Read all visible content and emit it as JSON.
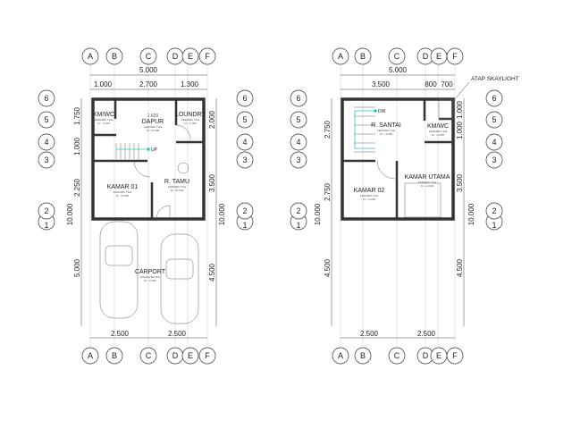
{
  "grid_letters": [
    "A",
    "B",
    "C",
    "D",
    "E",
    "F"
  ],
  "grid_numbers": [
    "6",
    "5",
    "4",
    "3",
    "2",
    "1"
  ],
  "ground_floor": {
    "dims_top_total": "5.000",
    "dims_top": [
      "1.000",
      "2.700",
      "1.300"
    ],
    "dims_bottom": [
      "2.500",
      "2.500"
    ],
    "dims_left": [
      "1.750",
      "1.000",
      "2.250",
      "10.000",
      "5.000"
    ],
    "dims_right": [
      "2.000",
      "3.500",
      "10.000",
      "4.500"
    ],
    "rooms": [
      {
        "name": "KM/WC",
        "finish": "KERAMIK TILE",
        "level": "FL. -0.150"
      },
      {
        "name": "DAPUR",
        "finish": "KERAMIK TILE",
        "level": "FL. ±0.000"
      },
      {
        "name": "LOUNDRY",
        "finish": "KERAMIK TILE",
        "level": "FL. -0.050"
      },
      {
        "name": "KAMAR 01",
        "finish": "KERAMIK TILE",
        "level": "FL. ±0.000"
      },
      {
        "name": "R. TAMU",
        "finish": "KERAMIK TILE",
        "level": "FL. ±0.000"
      },
      {
        "name": "CARPORT",
        "finish": "PAVING BLOCK",
        "level": "FL. -0.050"
      }
    ],
    "kitchen_height": "1.600",
    "stair_label": "UP"
  },
  "upper_floor": {
    "dims_top_total": "5.000",
    "dims_top": [
      "3.500",
      "800",
      "700"
    ],
    "dims_bottom": [
      "2.500",
      "2.500"
    ],
    "dims_left": [
      "2.750",
      "2.750",
      "10.000",
      "4.500"
    ],
    "dims_right": [
      "1.000",
      "1.000",
      "3.500",
      "10.000",
      "4.500"
    ],
    "skylight_label": "ATAP SKAYLIGHT",
    "rooms": [
      {
        "name": "R. SANTAI",
        "finish": "KERAMIK TILE",
        "level": "FL. +3.000"
      },
      {
        "name": "KM/WC",
        "finish": "KERAMIK TILE",
        "level": "FL. +2.850"
      },
      {
        "name": "KAMAR 02",
        "finish": "KERAMIK TILE",
        "level": "FL. +3.000"
      },
      {
        "name": "KAMAR UTAMA",
        "finish": "KERAMIK TILE",
        "level": "FL. +3.000"
      }
    ],
    "stair_label": "DW"
  },
  "colors": {
    "line": "#333333",
    "stair_arrow": "#2bc4c4"
  }
}
